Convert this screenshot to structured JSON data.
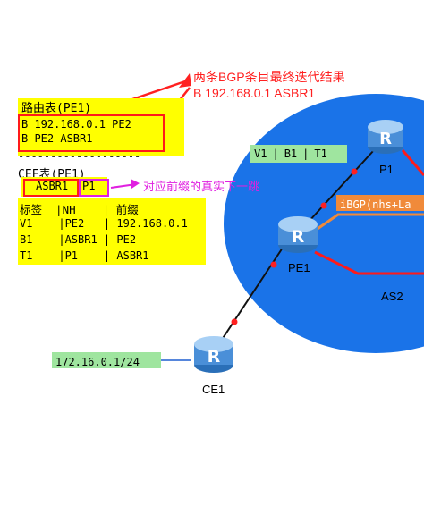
{
  "annotation": {
    "line1": "两条BGP条目最终迭代结果",
    "line2": "B 192.168.0.1 ASBR1"
  },
  "route_table": {
    "title": "路由表(PE1)",
    "rows": [
      "B 192.168.0.1 PE2",
      "B PE2 ASBR1"
    ]
  },
  "divider": "-------------------",
  "cef_table": {
    "title": "CEF表(PE1)",
    "cell1": "ASBR1",
    "cell2": "P1",
    "note": "对应前缀的真实下一跳"
  },
  "label_table": {
    "header": "标签  |NH    | 前缀",
    "rows": [
      "V1    |PE2   | 192.168.0.1",
      "B1    |ASBR1 | PE2",
      "T1    |P1    | ASBR1"
    ]
  },
  "label_stack": {
    "v1": "V1",
    "b1": "B1",
    "t1": "T1"
  },
  "ibgp_label": "iBGP(nhs+La",
  "routers": {
    "p1": "P1",
    "pe1": "PE1",
    "ce1": "CE1"
  },
  "as_label": "AS2",
  "prefix": "172.16.0.1/24",
  "colors": {
    "as_cloud": "#1a73e8",
    "highlight": "#ffff00",
    "prefix_bg": "#9fe59f",
    "accent_red": "#ff2020",
    "accent_magenta": "#e020e0",
    "ibgp_orange": "#f08a3a"
  }
}
